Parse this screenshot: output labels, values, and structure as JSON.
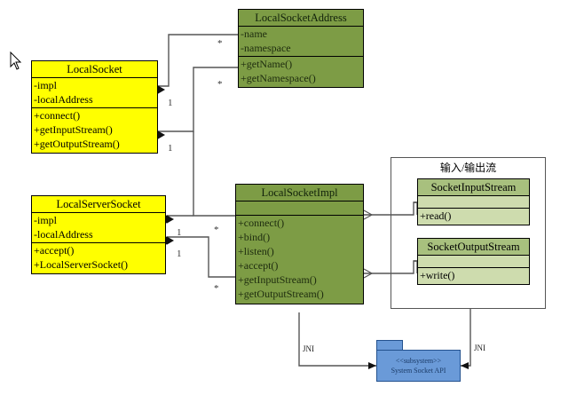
{
  "diagram": {
    "type": "uml-class-diagram",
    "background": "#ffffff",
    "colors": {
      "yellow_class": "#ffff00",
      "olive_class": "#7d9c45",
      "sage_class_body": "#cedcae",
      "sage_class_header": "#a8c07e",
      "subsystem": "#6a9ad8",
      "line": "#555555",
      "border": "#000000"
    }
  },
  "classes": {
    "local_socket_address": {
      "name": "LocalSocketAddress",
      "attributes": [
        "-name",
        "-namespace"
      ],
      "operations": [
        "+getName()",
        "+getNamespace()"
      ]
    },
    "local_socket": {
      "name": "LocalSocket",
      "attributes": [
        "-impl",
        "-localAddress"
      ],
      "operations": [
        "+connect()",
        "+getInputStream()",
        "+getOutputStream()"
      ]
    },
    "local_server_socket": {
      "name": "LocalServerSocket",
      "attributes": [
        "-impl",
        "-localAddress"
      ],
      "operations": [
        "+accept()",
        "+LocalServerSocket()"
      ]
    },
    "local_socket_impl": {
      "name": "LocalSocketImpl",
      "attributes": [],
      "operations": [
        "+connect()",
        "+bind()",
        "+listen()",
        "+accept()",
        "+getInputStream()",
        "+getOutputStream()"
      ]
    },
    "socket_input_stream": {
      "name": "SocketInputStream",
      "attributes": [],
      "operations": [
        "+read()"
      ]
    },
    "socket_output_stream": {
      "name": "SocketOutputStream",
      "attributes": [],
      "operations": [
        "+write()"
      ]
    }
  },
  "group": {
    "label": "输入/输出流"
  },
  "subsystem": {
    "stereotype": "<<subsystem>>",
    "name": "System Socket API"
  },
  "edge_labels": {
    "jni_left": "JNI",
    "jni_right": "JNI"
  },
  "multiplicities": {
    "address_top": "*",
    "address_bottom": "*",
    "socket_impl_top": "*",
    "socket_impl_bottom": "*",
    "local_socket_top": "1",
    "local_socket_bottom": "1",
    "server_socket_top": "1",
    "server_socket_bottom": "1"
  }
}
